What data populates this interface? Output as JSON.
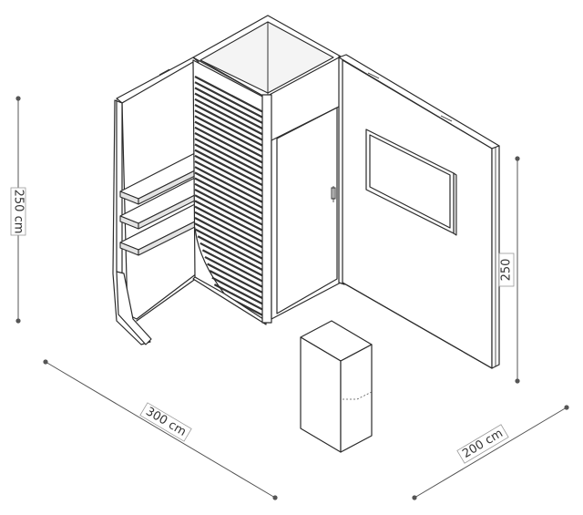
{
  "dimensions": {
    "height_left": "250 cm",
    "height_right": "250",
    "width_front": "300 cm",
    "depth_side": "200 cm"
  }
}
